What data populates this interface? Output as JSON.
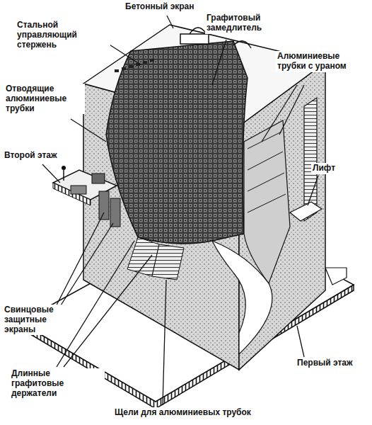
{
  "diagram": {
    "labels": [
      "Бетонный экран",
      "Стальной управляющий стержень",
      "Графитовый замедлитель",
      "Алюминиевые трубки с ураном",
      "Отводящие алюминиевые трубки",
      "Второй этаж",
      "Лифт",
      "Свинцовые защитные экраны",
      "Первый этаж",
      "Длинные графитовые держатели",
      "Щели для алюминиевых трубок"
    ]
  }
}
